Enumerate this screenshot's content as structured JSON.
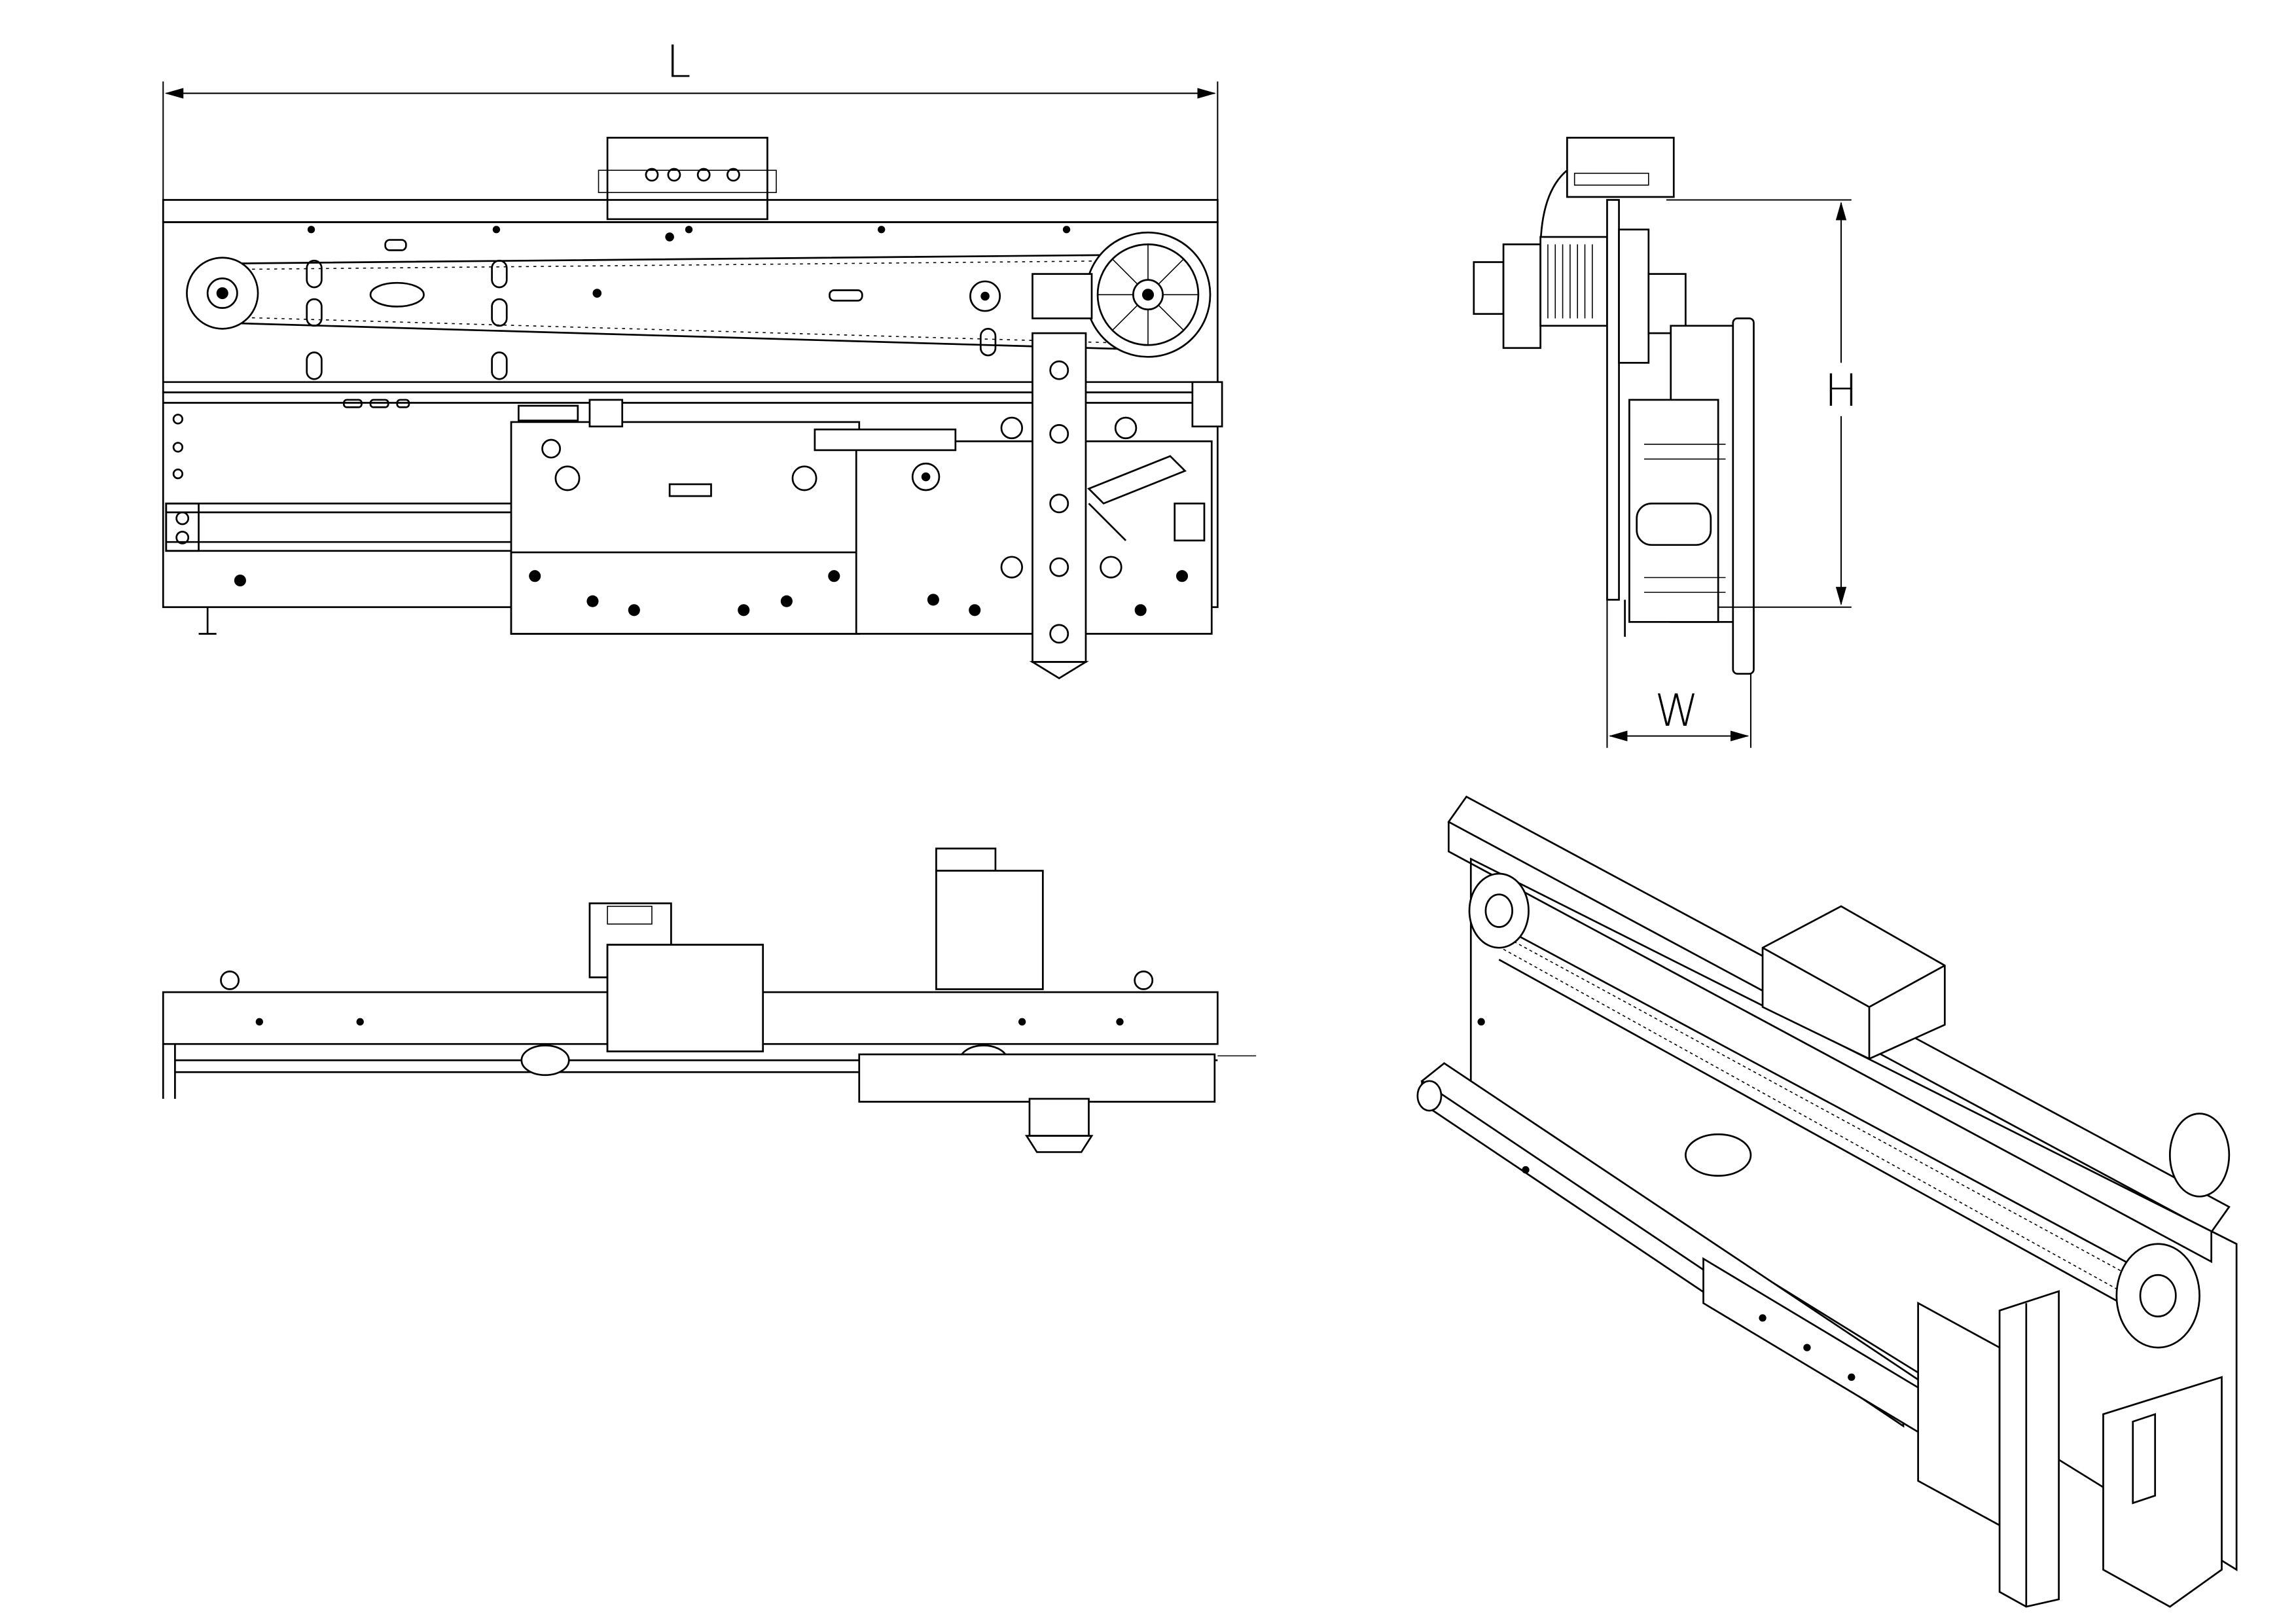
{
  "dimensions": {
    "length_label": "L",
    "height_label": "H",
    "width_label": "W"
  }
}
